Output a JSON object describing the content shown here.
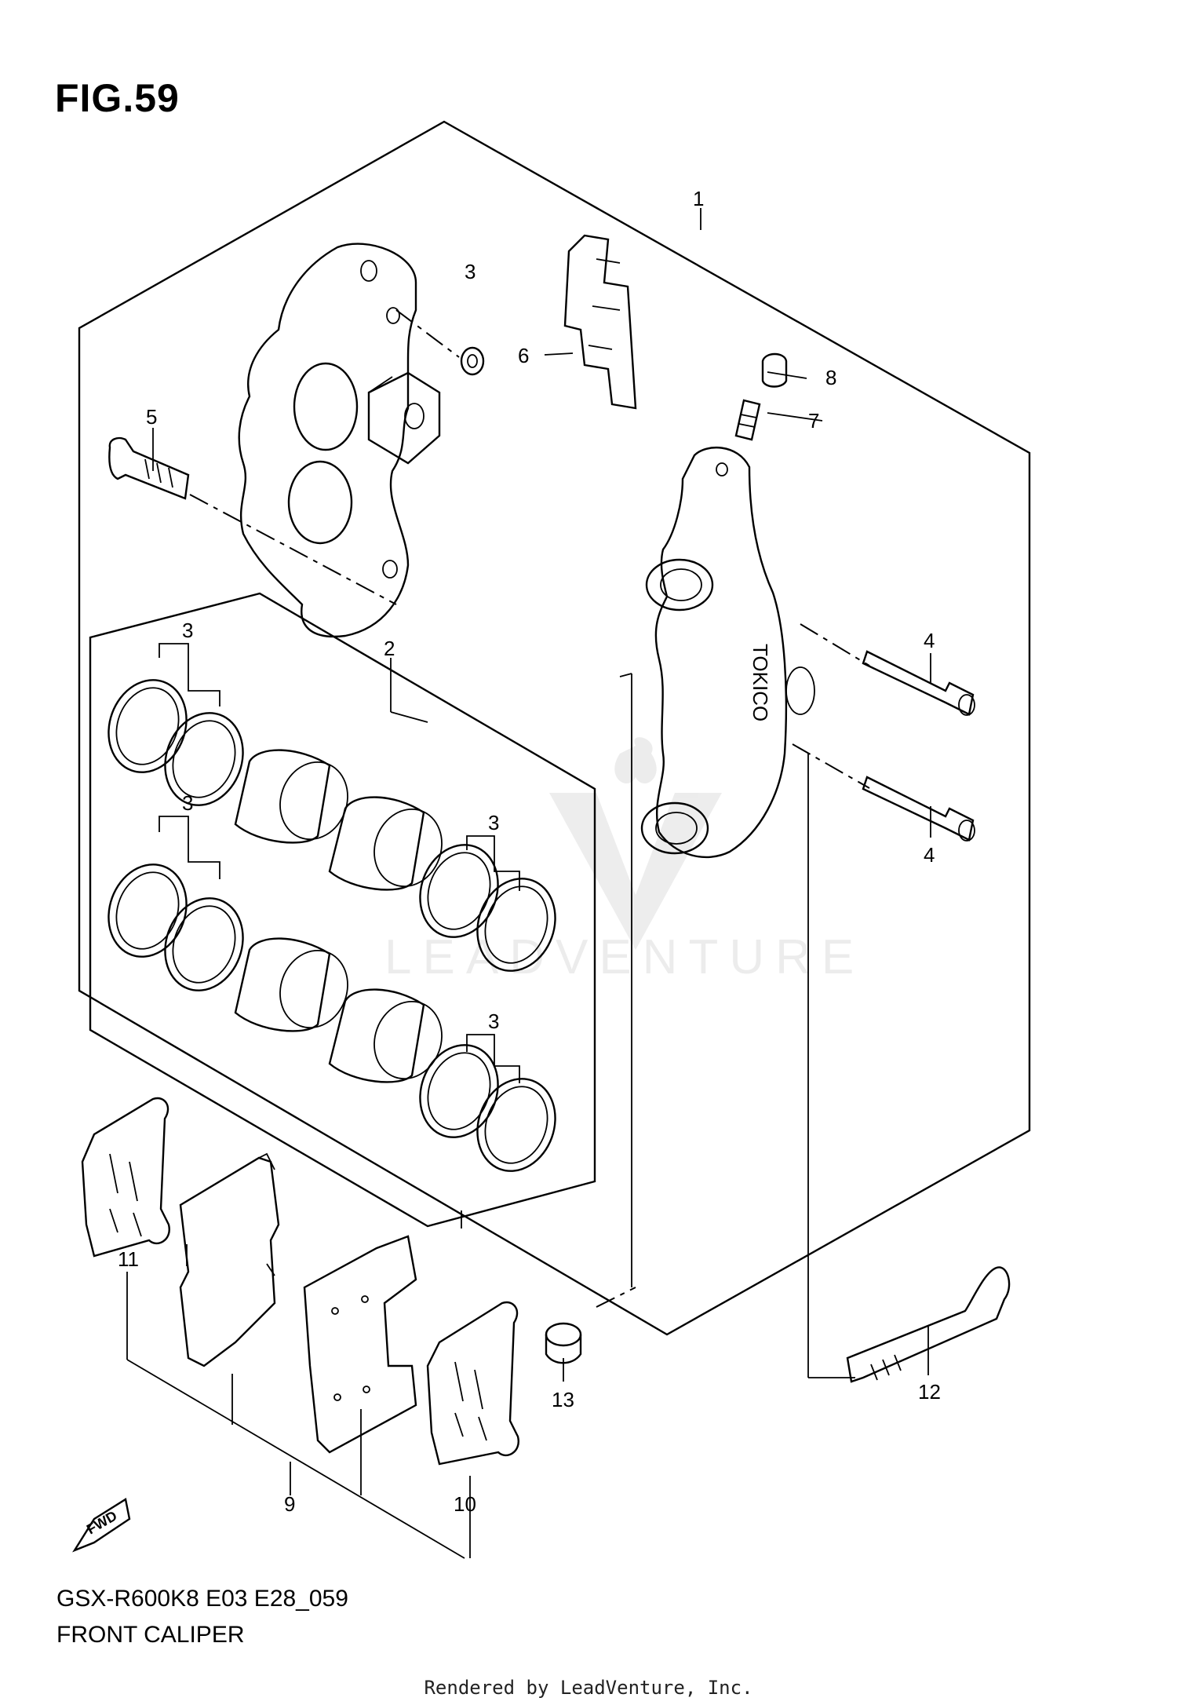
{
  "figure": {
    "title": "FIG.59",
    "model_code": "GSX-R600K8 E03 E28_059",
    "caption": "FRONT CALIPER",
    "footer": "Rendered by LeadVenture, Inc.",
    "watermark": "LEADVENTURE",
    "fwd_label": "FWD",
    "caliper_marking": "TOKICO"
  },
  "callouts": {
    "c1": "1",
    "c2": "2",
    "c3a": "3",
    "c3b": "3",
    "c3c": "3",
    "c3d": "3",
    "c3e": "3",
    "c4a": "4",
    "c4b": "4",
    "c5": "5",
    "c6": "6",
    "c7": "7",
    "c8": "8",
    "c9": "9",
    "c10": "10",
    "c11": "11",
    "c12": "12",
    "c13": "13"
  },
  "colors": {
    "line": "#000000",
    "background": "#ffffff"
  }
}
